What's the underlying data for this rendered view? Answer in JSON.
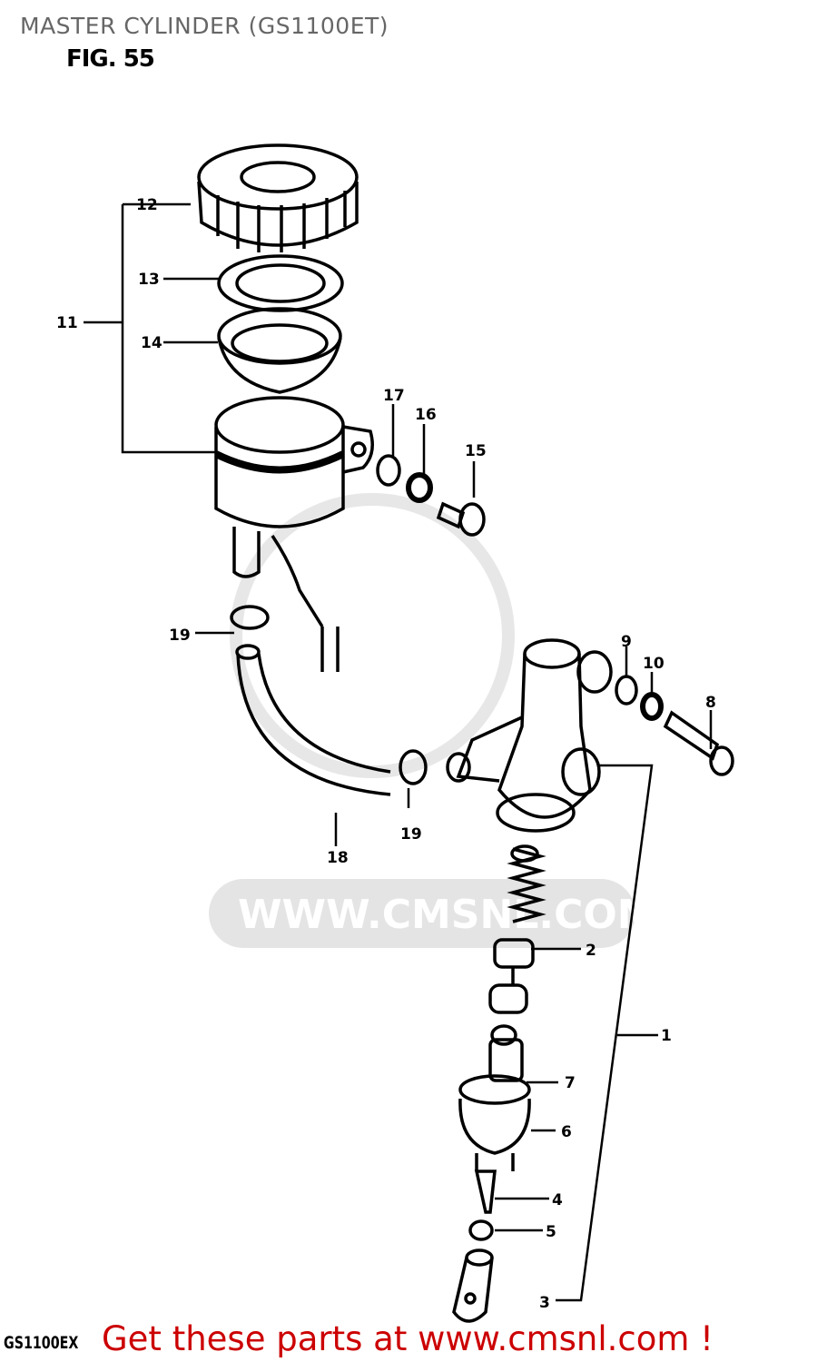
{
  "header": {
    "title": "MASTER CYLINDER (GS1100ET)",
    "figure": "FIG. 55"
  },
  "watermark": "WWW.CMSNL.COM",
  "callouts": {
    "p1": "1",
    "p2": "2",
    "p3": "3",
    "p4": "4",
    "p5": "5",
    "p6": "6",
    "p7": "7",
    "p8": "8",
    "p9": "9",
    "p10": "10",
    "p11": "11",
    "p12": "12",
    "p13": "13",
    "p14": "14",
    "p15": "15",
    "p16": "16",
    "p17": "17",
    "p18": "18",
    "p19a": "19",
    "p19b": "19"
  },
  "footer": {
    "model": "GS1100EX",
    "promo": "Get these parts at www.cmsnl.com !",
    "promo_color": "#cc0000"
  }
}
